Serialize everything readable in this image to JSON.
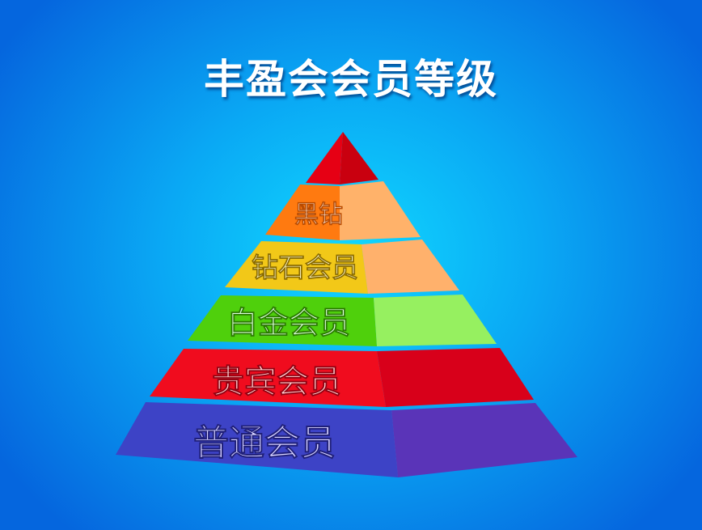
{
  "title": "丰盈会会员等级",
  "levels": [
    {
      "label": "黑钻",
      "color_left": "#ff7a10",
      "color_right": "#ffb26a",
      "text_color": "#ffffff"
    },
    {
      "label": "钻石会员",
      "color_left": "#f2c818",
      "color_right": "#ffb16c",
      "text_color": "#fffbd0"
    },
    {
      "label": "白金会员",
      "color_left": "#4fd00c",
      "color_right": "#96f060",
      "text_color": "#dfffe0"
    },
    {
      "label": "贵宾会员",
      "color_left": "#f00c1e",
      "color_right": "#d8001a",
      "text_color": "#ffd8d8"
    },
    {
      "label": "普通会员",
      "color_left": "#3d43c6",
      "color_right": "#5a34b8",
      "text_color": "#d8d4ff"
    }
  ],
  "apex_color": "#e80012"
}
